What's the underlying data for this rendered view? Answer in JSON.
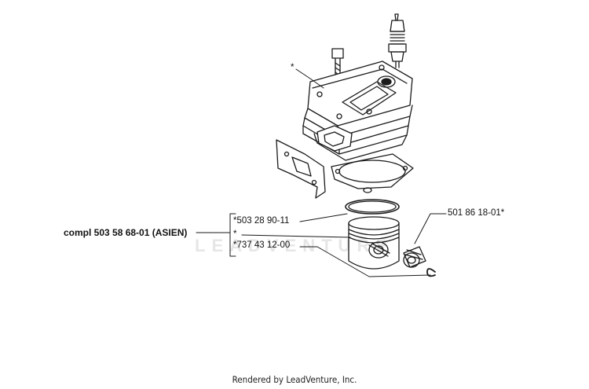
{
  "assembly_label": "compl 503 58 68-01 (ASIEN)",
  "callouts": {
    "cylinder": "*",
    "ring": "*503 28 90-11",
    "piston": "*",
    "pin": "*737 43 12-00",
    "bearing": "501 86 18-01*"
  },
  "watermark": "LEADVENTURE",
  "footer": "Rendered by LeadVenture, Inc."
}
